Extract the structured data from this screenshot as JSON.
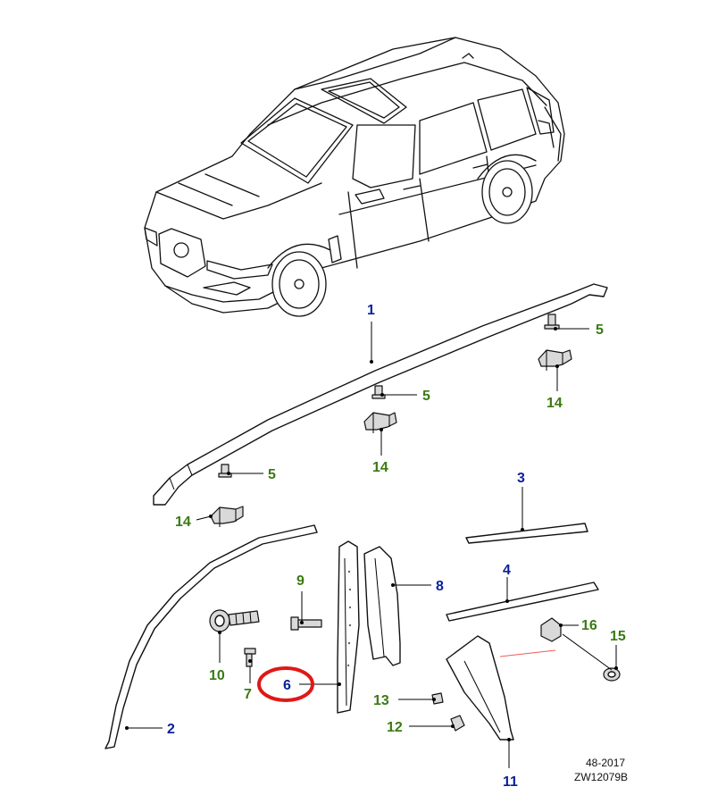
{
  "colors": {
    "blue_label": "#0a1f9a",
    "green_label": "#3a7a12",
    "highlight_ring": "#e01818",
    "pointer_line": "#f05a5a"
  },
  "labels": {
    "l1": "1",
    "l2": "2",
    "l3": "3",
    "l4": "4",
    "l5a": "5",
    "l5b": "5",
    "l5c": "5",
    "l6": "6",
    "l7": "7",
    "l8": "8",
    "l9": "9",
    "l10": "10",
    "l11": "11",
    "l12": "12",
    "l13": "13",
    "l14a": "14",
    "l14b": "14",
    "l14c": "14",
    "l15": "15",
    "l16": "16"
  },
  "footer": {
    "date_code": "48-2017",
    "drawing_ref": "ZW12079B"
  }
}
